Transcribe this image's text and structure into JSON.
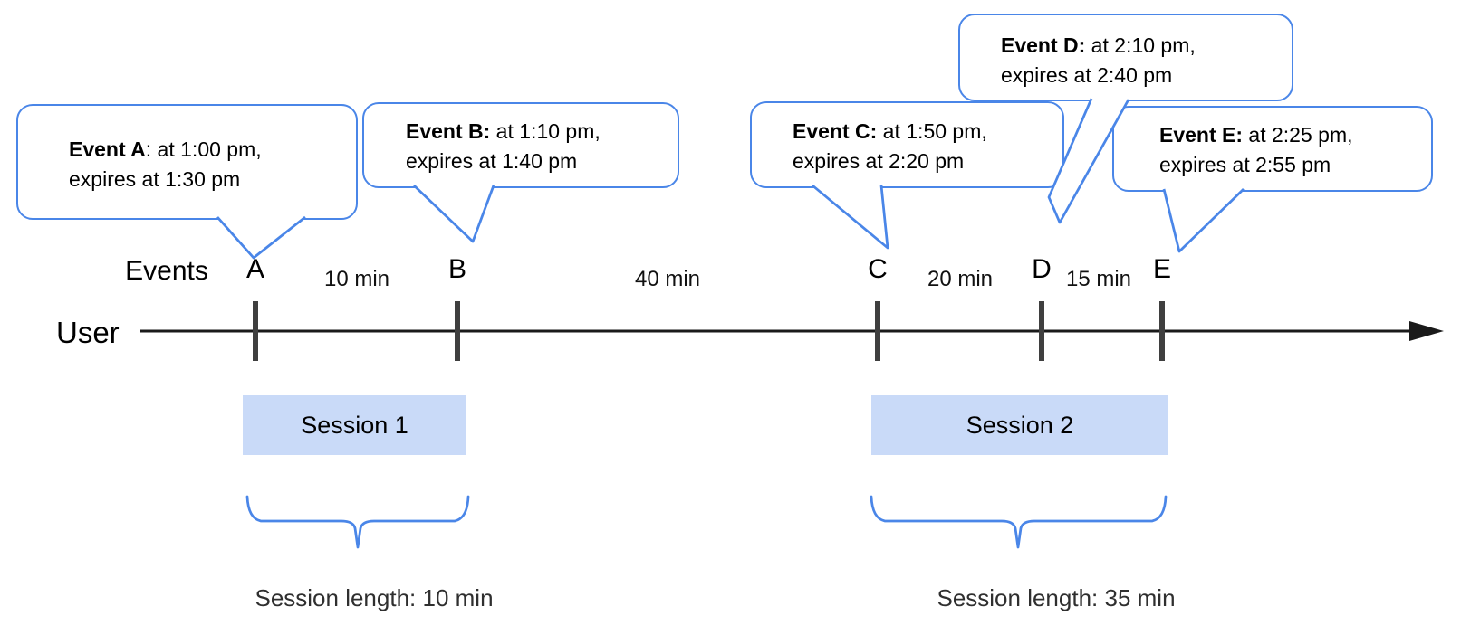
{
  "diagram": {
    "axis_user_label": "User",
    "events_word": "Events",
    "bubbles": [
      {
        "event": "A",
        "bold": "Event A",
        "rest": ": at 1:00 pm,",
        "line2": "expires at 1:30 pm"
      },
      {
        "event": "B",
        "bold": "Event B:",
        "rest": " at 1:10 pm,",
        "line2": "expires at 1:40 pm"
      },
      {
        "event": "C",
        "bold": "Event C:",
        "rest": " at 1:50 pm,",
        "line2": "expires at 2:20 pm"
      },
      {
        "event": "D",
        "bold": "Event D:",
        "rest": " at 2:10 pm,",
        "line2": "expires at 2:40 pm"
      },
      {
        "event": "E",
        "bold": "Event E:",
        "rest": " at 2:25 pm,",
        "line2": "expires at 2:55 pm"
      }
    ],
    "timeline": {
      "event_marks": [
        "A",
        "B",
        "C",
        "D",
        "E"
      ],
      "intervals": [
        "10 min",
        "40 min",
        "20 min",
        "15 min"
      ]
    },
    "sessions": [
      {
        "name": "Session 1",
        "length_label": "Session length: 10 min"
      },
      {
        "name": "Session 2",
        "length_label": "Session length: 35 min"
      }
    ],
    "colors": {
      "bubble_stroke": "#4a86e8",
      "session_fill": "#c9daf8",
      "tick": "#3f3f3f",
      "axis": "#1a1a1a",
      "text": "#000000"
    }
  }
}
